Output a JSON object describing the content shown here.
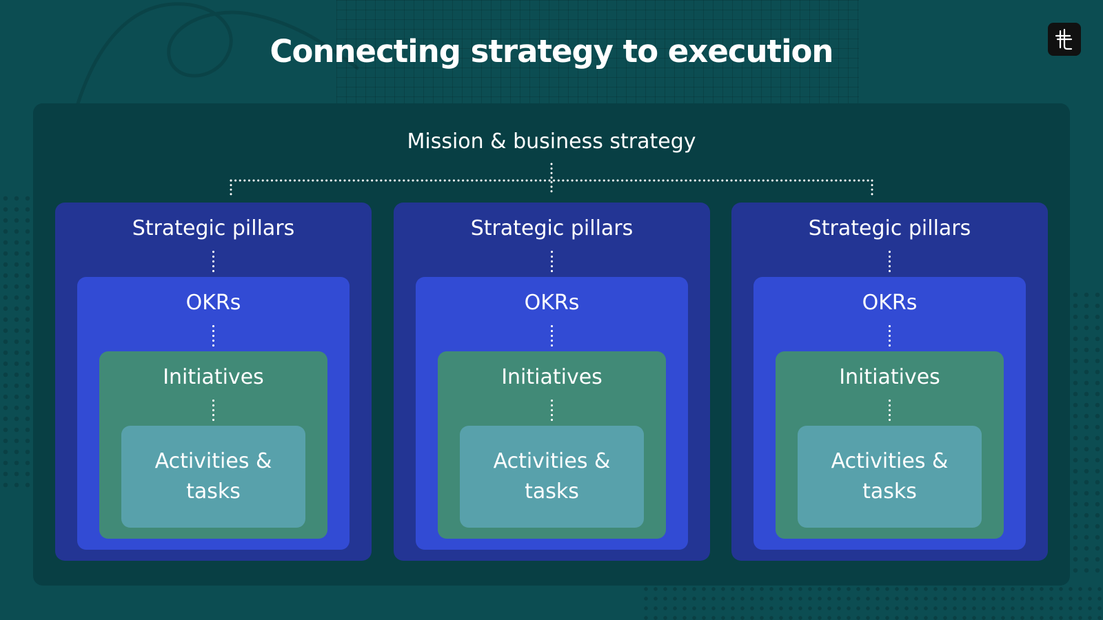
{
  "title": "Connecting strategy to execution",
  "logo": {
    "icon": "brand-logo-icon",
    "background": "#111111"
  },
  "diagram": {
    "root_label": "Mission & business strategy",
    "columns": [
      {
        "pillar_label": "Strategic pillars",
        "okr_label": "OKRs",
        "initiative_label": "Initiatives",
        "activity_label": "Activities & tasks"
      },
      {
        "pillar_label": "Strategic pillars",
        "okr_label": "OKRs",
        "initiative_label": "Initiatives",
        "activity_label": "Activities & tasks"
      },
      {
        "pillar_label": "Strategic pillars",
        "okr_label": "OKRs",
        "initiative_label": "Initiatives",
        "activity_label": "Activities & tasks"
      }
    ]
  },
  "colors": {
    "background": "#0c4d52",
    "panel": "#083f44",
    "pillar": "#233594",
    "okr": "#324bd4",
    "initiative": "#418a77",
    "activity": "#58a1ab",
    "text": "#ffffff"
  }
}
